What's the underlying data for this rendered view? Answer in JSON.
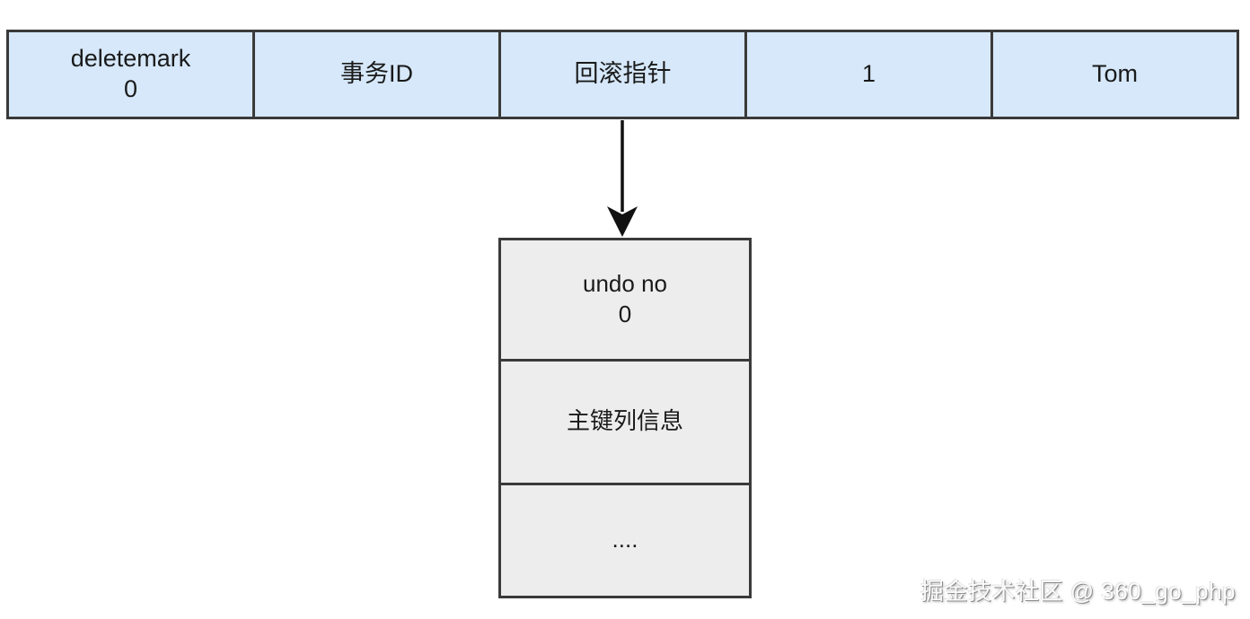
{
  "record_row": {
    "cells": [
      {
        "line1": "deletemark",
        "line2": "0"
      },
      {
        "line1": "事务ID"
      },
      {
        "line1": "回滚指针"
      },
      {
        "line1": "1"
      },
      {
        "line1": "Tom"
      }
    ]
  },
  "undo_box": {
    "cells": [
      {
        "line1": "undo no",
        "line2": "0"
      },
      {
        "line1": "主键列信息"
      },
      {
        "line1": "...."
      }
    ]
  },
  "watermark": {
    "text": "掘金技术社区 @ 360_go_php"
  },
  "colors": {
    "cell-blue": "#d6e8fa",
    "cell-gray": "#ededed",
    "border-dark": "#3a3a3a",
    "text-dark": "#1a1a1a",
    "arrow": "#111111",
    "watermark-fill": "#fbfbfb",
    "watermark-shadow": "#8c8c8c"
  }
}
